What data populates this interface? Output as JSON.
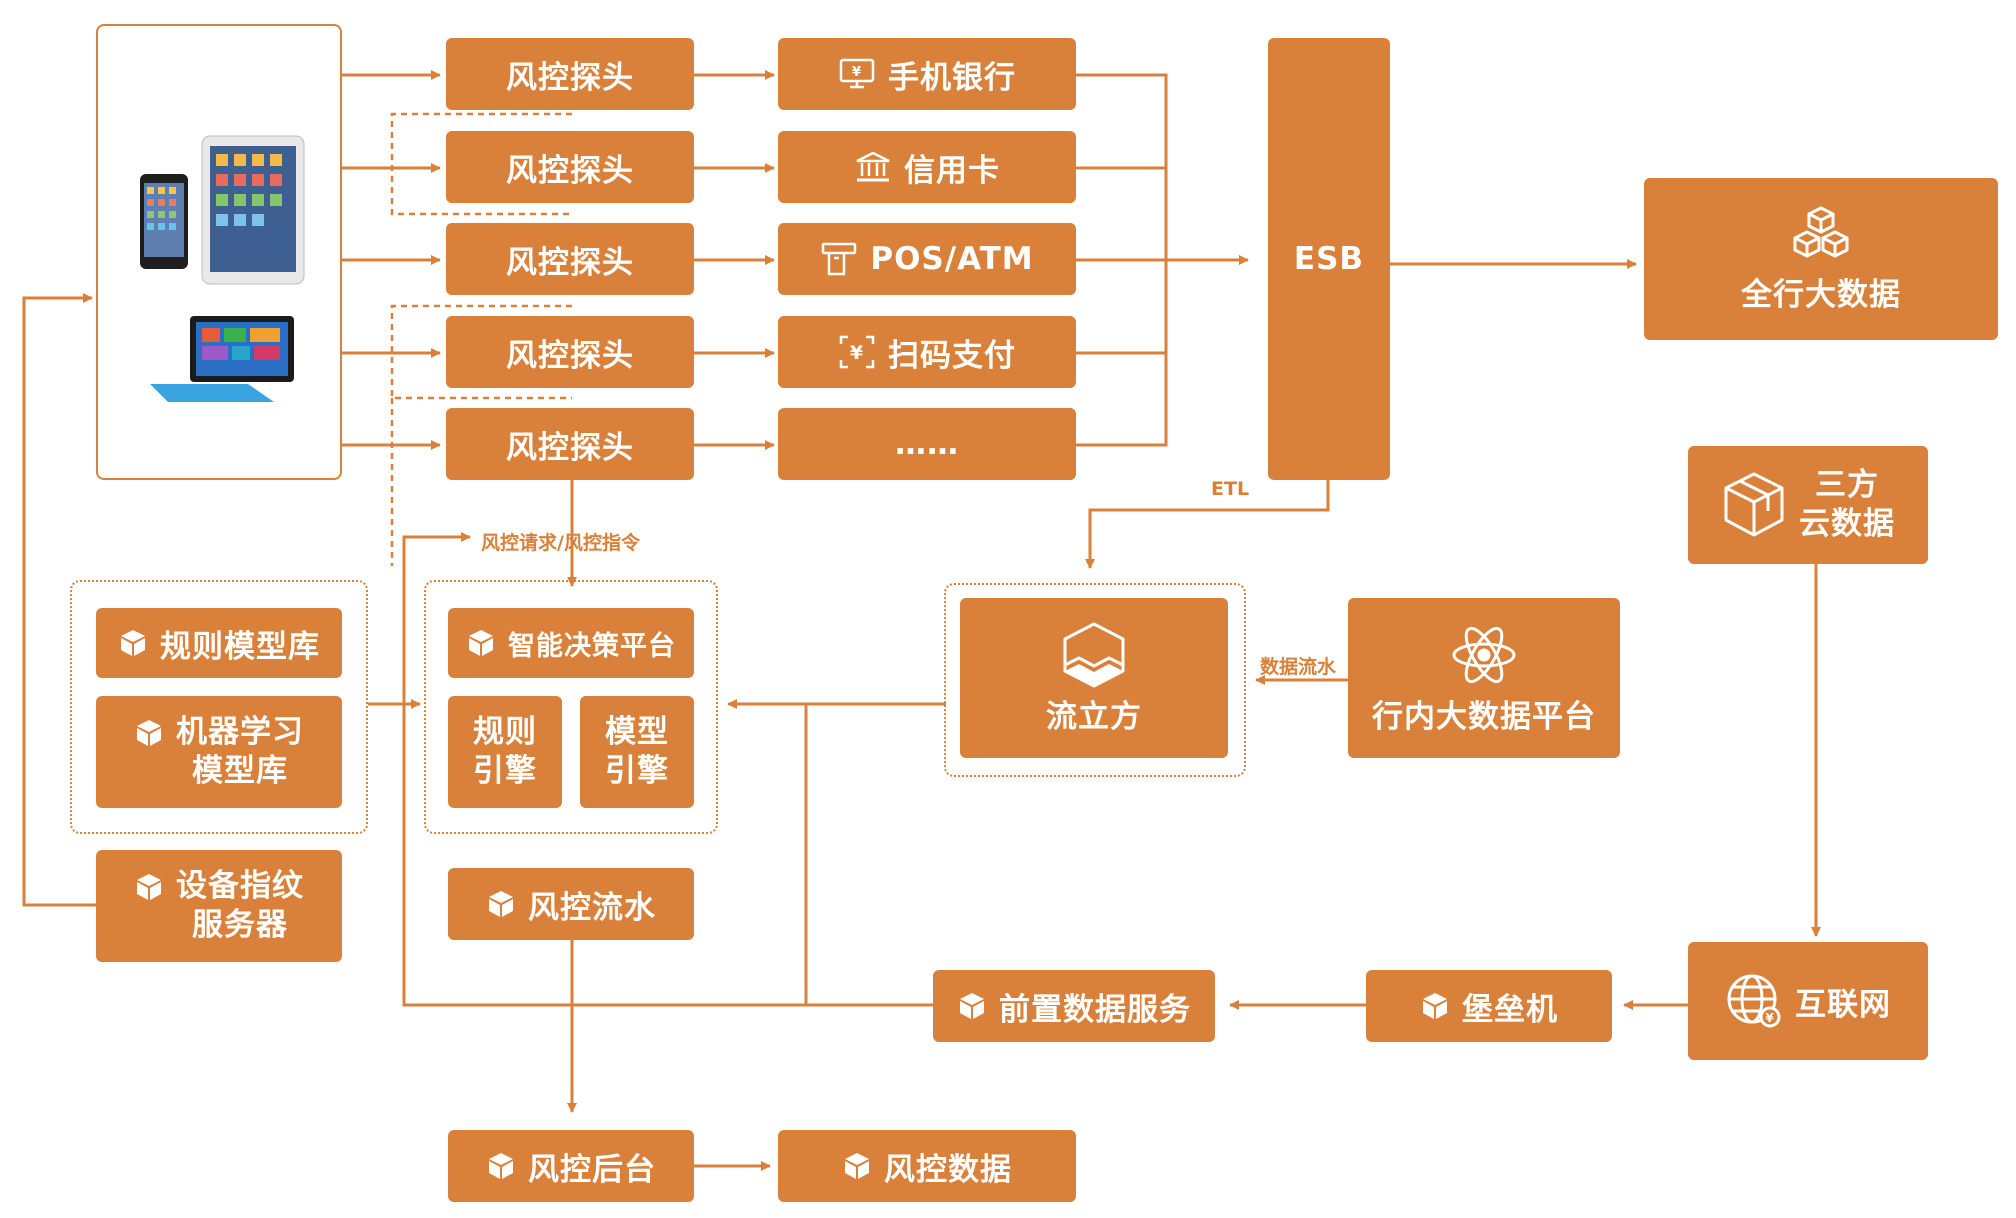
{
  "colors": {
    "accent": "#d9803a",
    "background": "#ffffff"
  },
  "probes": [
    "风控探头",
    "风控探头",
    "风控探头",
    "风控探头",
    "风控探头"
  ],
  "channels": [
    {
      "label": "手机银行",
      "icon": "mobile-banking-icon"
    },
    {
      "label": "信用卡",
      "icon": "bank-building-icon"
    },
    {
      "label": "POS/ATM",
      "icon": "pos-atm-icon"
    },
    {
      "label": "扫码支付",
      "icon": "qr-payment-icon"
    },
    {
      "label": "……",
      "icon": ""
    }
  ],
  "esb": "ESB",
  "bank_big_data": "全行大数据",
  "third_party_cloud": "三方\n云数据",
  "in_bank_platform": "行内大数据平台",
  "liulifang": "流立方",
  "label_etl": "ETL",
  "label_data_flow": "数据流水",
  "label_risk_request": "风控请求/风控指令",
  "rule_model_lib": "规则模型库",
  "ml_model_lib": "机器学习\n模型库",
  "device_fingerprint": "设备指纹\n服务器",
  "decision_platform": "智能决策平台",
  "rule_engine": "规则\n引擎",
  "model_engine": "模型\n引擎",
  "risk_flow": "风控流水",
  "risk_backend": "风控后台",
  "risk_data": "风控数据",
  "front_data_service": "前置数据服务",
  "bastion_host": "堡垒机",
  "internet": "互联网",
  "devices": [
    "mobile-phone",
    "tablet",
    "surface-tablet"
  ]
}
